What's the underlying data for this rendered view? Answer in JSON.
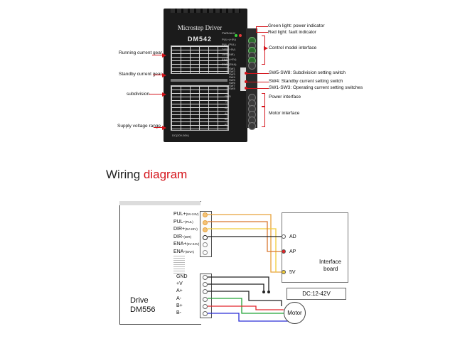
{
  "driver": {
    "title": "Microstep Driver",
    "model": "DM542",
    "terminal_top_label": "PWR/ALM",
    "terminal_labels": [
      "PUL+(+5V)",
      "PUL-(PUL)",
      "DIR+(+5V)",
      "DIR-(DIR)",
      "ENA+(+5V)",
      "ENA-(ENA)"
    ],
    "power_labels": [
      "GND",
      "+V",
      "A+",
      "A-",
      "B+",
      "B-"
    ],
    "switch_labels": [
      "SW1",
      "SW2",
      "SW3",
      "SW4",
      "SW5",
      "SW6",
      "SW7",
      "SW8"
    ],
    "voltage_text": "DC(20V-50V)"
  },
  "callouts_left": {
    "running": "Running current gear",
    "standby": "Standby current gear",
    "subdivision": "subdivision",
    "supply": "Supply voltage range"
  },
  "callouts_right": {
    "green": "Green light: power indicator",
    "red": "Red light: fault indicator",
    "control": "Control model interface",
    "sw58": "SW5-SW8: Subdivision setting switch",
    "sw4": "SW4: Standby current setting switch",
    "sw13": "SW1-SW3: Operating current setting switches",
    "power": "Power interface",
    "motor": "Motor interface"
  },
  "wiring": {
    "heading_1": "Wiring ",
    "heading_2": "diagram",
    "drive_label_1": "Drive",
    "drive_label_2": "DM556",
    "signal_pins": [
      {
        "name": "PUL+",
        "sub": "(5V-24V)"
      },
      {
        "name": "PUL-",
        "sub": "(PUL)"
      },
      {
        "name": "DIR+",
        "sub": "(5V-24V)"
      },
      {
        "name": "DIR-",
        "sub": "(DIR)"
      },
      {
        "name": "ENA+",
        "sub": "(5V-24V)"
      },
      {
        "name": "ENA-",
        "sub": "(ENA)"
      }
    ],
    "power_pins": [
      "GND",
      "+V",
      "A+",
      "A-",
      "B+",
      "B-"
    ],
    "interface_pins": [
      "AD",
      "AP",
      "5V"
    ],
    "interface_label_1": "Interface",
    "interface_label_2": "board",
    "dc_label": "DC:12-42V",
    "motor_label": "Motor"
  },
  "colors": {
    "accent_red": "#d4141b",
    "wire_orange": "#e8a23a",
    "wire_yellow": "#f1cd3a",
    "wire_green": "#22a336",
    "wire_red": "#e2242a",
    "wire_blue": "#2a2fd6"
  }
}
